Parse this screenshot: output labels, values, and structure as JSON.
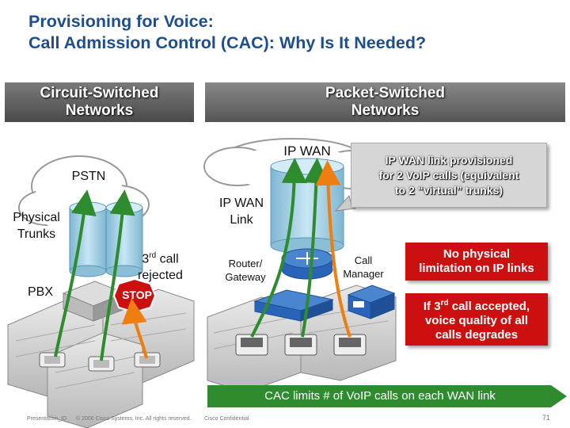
{
  "title": "Provisioning for Voice:\nCall Admission Control (CAC): Why Is It Needed?",
  "headers": {
    "left": "Circuit-Switched\nNetworks",
    "right": "Packet-Switched\nNetworks"
  },
  "labels": {
    "pstn": "PSTN",
    "physical_trunks": "Physical\nTrunks",
    "third_call_rejected_prefix": "3",
    "third_call_rejected_sup": "rd",
    "third_call_rejected_rest": " call\nrejected",
    "pbx": "PBX",
    "stop": "STOP",
    "ip_wan": "IP WAN",
    "ip_wan_link": "IP WAN\nLink",
    "router_gateway": "Router/\nGateway",
    "call_manager": "Call\nManager"
  },
  "callout": "IP WAN link provisioned\nfor 2 VoIP calls (equivalent\nto 2 “virtual” trunks)",
  "no_physical": "No physical\nlimitation on IP links",
  "degrades_prefix": "If 3",
  "degrades_sup": "rd",
  "degrades_rest": " call accepted,\nvoice quality of all\ncalls degrades",
  "cac_banner": "CAC limits # of VoIP calls on each WAN link",
  "footer": {
    "left": "Presentation_ID",
    "copyright": "© 2006 Cisco Systems, Inc. All rights reserved.",
    "confidential": "Cisco Confidential",
    "page": "71"
  },
  "colors": {
    "title": "#1f4e8c",
    "cylinder": "#a9d4e8",
    "call_path_green": "#2e8b2e",
    "call_path_orange": "#f07d10",
    "stop_red": "#cc1010",
    "cac_banner": "#2e8b2e",
    "router_blue": "#2a64b8"
  }
}
